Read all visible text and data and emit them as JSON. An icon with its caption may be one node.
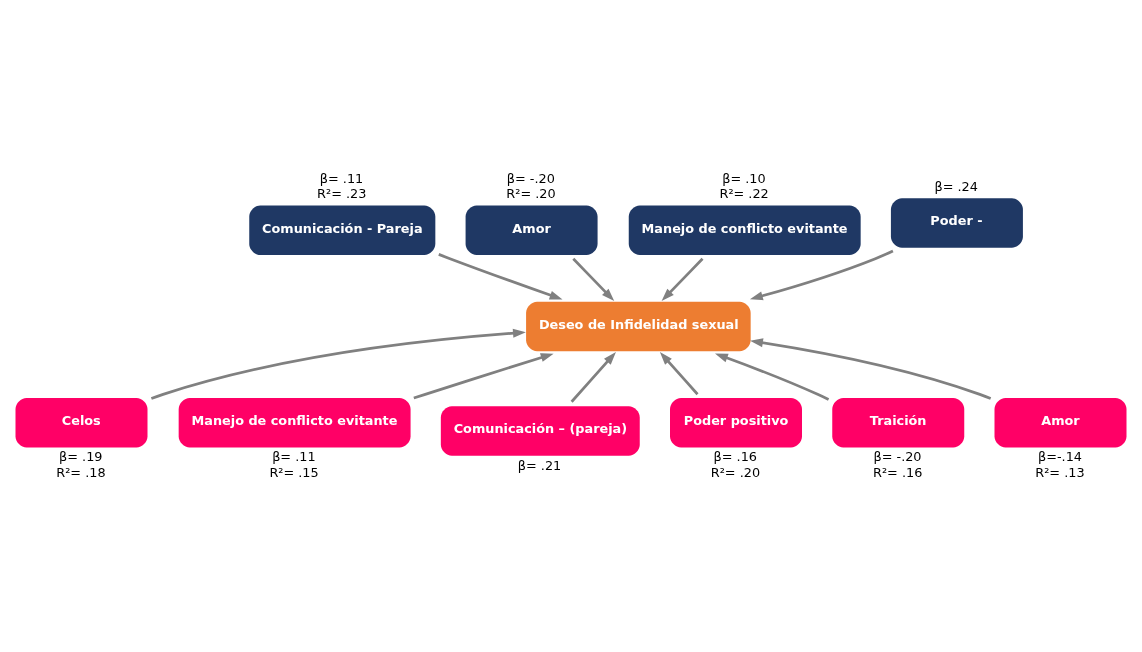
{
  "diagram": {
    "nodes": [
      {
        "text": [
          "Comunicación - Pareja"
        ],
        "beside": [
          "β= .11",
          "R²= .23"
        ]
      },
      {
        "text": [
          "Amor"
        ],
        "beside": [
          "β= -.20",
          "R²= .20"
        ]
      },
      {
        "text": [
          "Manejo de conflicto evitante"
        ],
        "beside": [
          "β= .10",
          "R²= .22"
        ]
      },
      {
        "text": [
          "Poder -"
        ],
        "beside": [
          "β= .24"
        ]
      },
      {
        "text": [
          "Deseo de Infidelidad sexual"
        ]
      },
      {
        "text": [
          "Celos"
        ],
        "beside": [
          "β= .19",
          "R²= .18"
        ]
      },
      {
        "text": [
          "Manejo de conflicto evitante"
        ],
        "beside": [
          "β= .11",
          "R²= .15"
        ]
      },
      {
        "text": [
          "Comunicación – (pareja)"
        ],
        "beside": [
          "β= .21"
        ]
      },
      {
        "text": [
          "Poder positivo"
        ],
        "beside": [
          "β= .16",
          "R²= .20"
        ]
      },
      {
        "text": [
          "Traición"
        ],
        "beside": [
          "β= -.20",
          "R²= .16"
        ]
      },
      {
        "text": [
          "Amor"
        ],
        "beside": [
          "β=-.14",
          "R²= .13"
        ]
      }
    ],
    "edges": [
      {
        "from": 0,
        "to": 4,
        "arrow": "to"
      },
      {
        "from": 1,
        "to": 4,
        "arrow": "to"
      },
      {
        "from": 2,
        "to": 4,
        "arrow": "to"
      },
      {
        "from": 3,
        "to": 4,
        "arrow": "to"
      },
      {
        "from": 5,
        "to": 4,
        "arrow": "to"
      },
      {
        "from": 6,
        "to": 4,
        "arrow": "to"
      },
      {
        "from": 7,
        "to": 4,
        "arrow": "to"
      },
      {
        "from": 8,
        "to": 4,
        "arrow": "to"
      },
      {
        "from": 9,
        "to": 4,
        "arrow": "to"
      },
      {
        "from": 10,
        "to": 4,
        "arrow": "to"
      }
    ]
  }
}
